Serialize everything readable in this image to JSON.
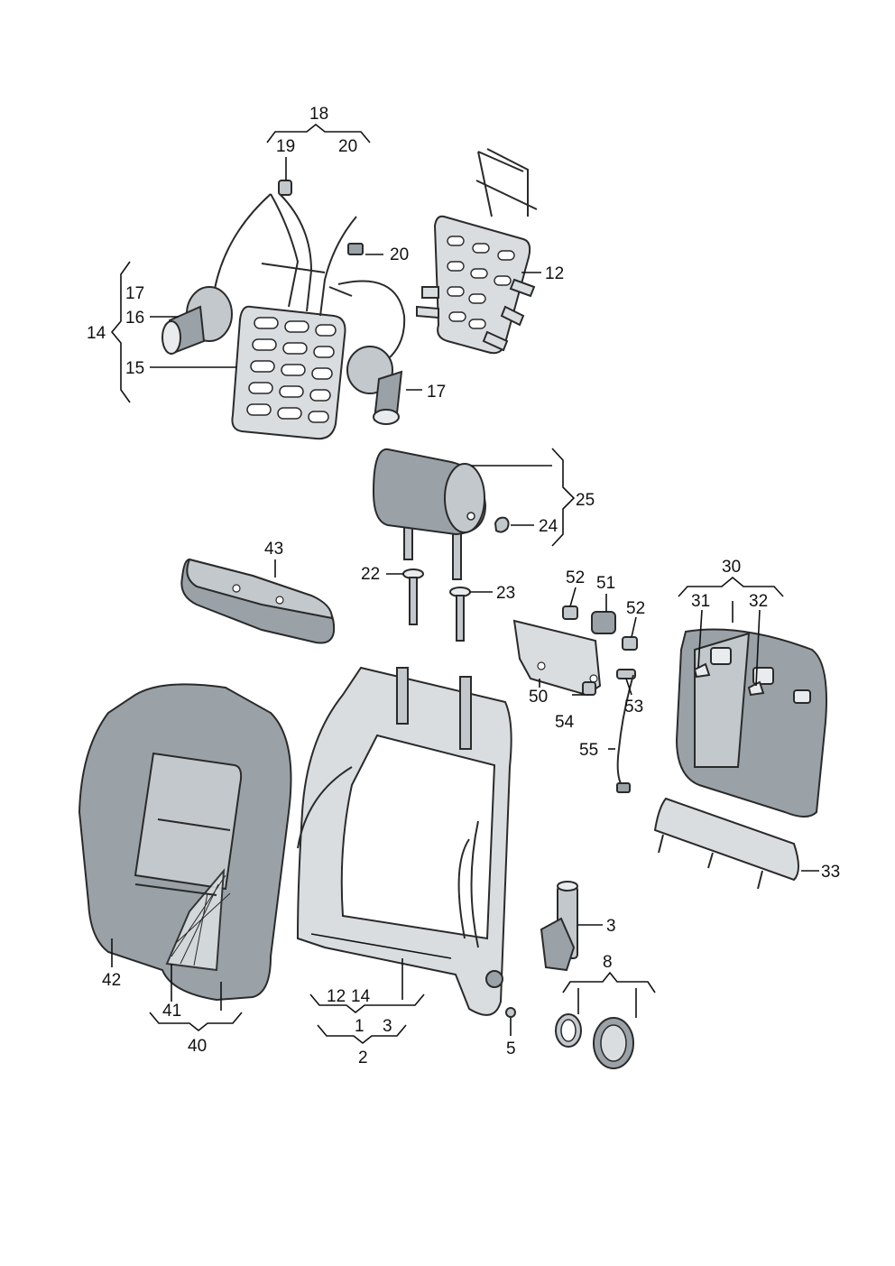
{
  "labels": {
    "l18": "18",
    "l19": "19",
    "l20a": "20",
    "l20b": "20",
    "l12a": "12",
    "l14a": "14",
    "l17a": "17",
    "l16": "16",
    "l15": "15",
    "l17b": "17",
    "l25": "25",
    "l24": "24",
    "l22": "22",
    "l23": "23",
    "l43": "43",
    "l52a": "52",
    "l51": "51",
    "l52b": "52",
    "l30": "30",
    "l31": "31",
    "l32": "32",
    "l50": "50",
    "l53": "53",
    "l54": "54",
    "l55": "55",
    "l33": "33",
    "l3a": "3",
    "l8": "8",
    "l42": "42",
    "l41": "41",
    "l40": "40",
    "l12b": "12",
    "l14b": "14",
    "l1": "1",
    "l3b": "3",
    "l2": "2",
    "l5": "5"
  }
}
